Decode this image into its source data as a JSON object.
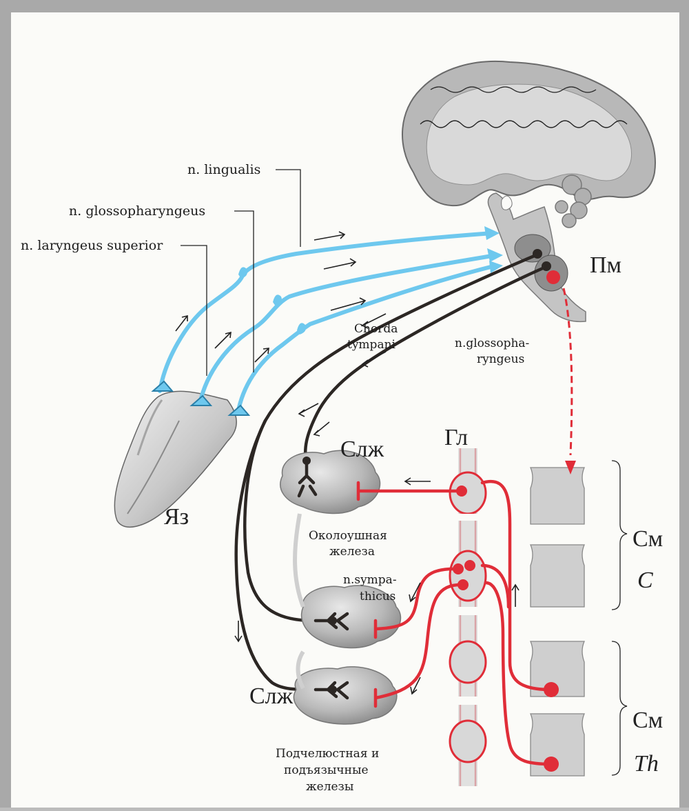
{
  "labels": {
    "n_lingualis": "n. lingualis",
    "n_glossopharyngeus": "n. glossopharyngeus",
    "n_laryngeus_superior": "n. laryngeus superior",
    "chorda_1": "Chorda",
    "chorda_2": "tympani",
    "glosso_1": "n.glossopha-",
    "glosso_2": "ryngeus",
    "pm": "Пм",
    "yaz": "Яз",
    "slzh_top": "Слж",
    "slzh_bottom": "Слж",
    "gl": "Гл",
    "parotid_1": "Околоушная",
    "parotid_2": "железа",
    "symp_1": "n.sympa-",
    "symp_2": "thicus",
    "sm_c": "См",
    "c": "C",
    "sm_th": "См",
    "th": "Th",
    "sub_1": "Подчелюстная и",
    "sub_2": "подъязычные",
    "sub_3": "железы"
  },
  "colors": {
    "afferent_taste": "#6ec8ee",
    "parasympathetic": "#2c2724",
    "sympathetic": "#e02d38",
    "tissue": "#c9c9c9"
  }
}
